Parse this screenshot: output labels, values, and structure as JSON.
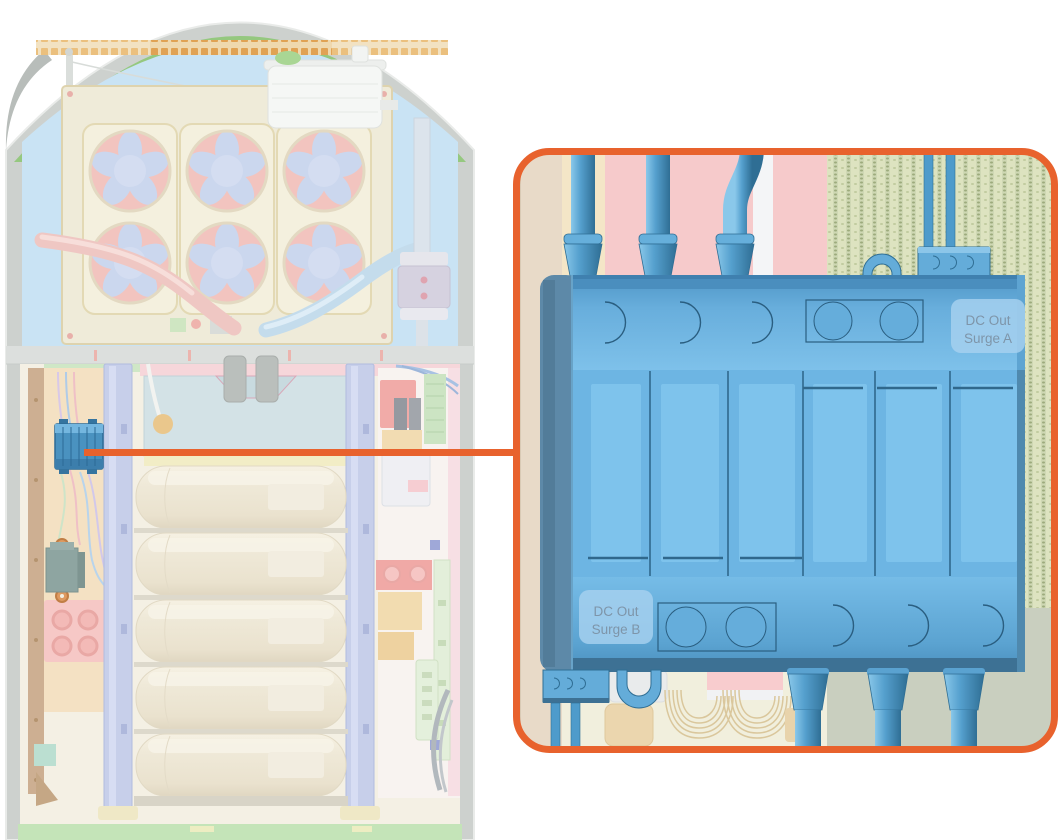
{
  "callout": {
    "surge_a_label": {
      "line1": "DC Out",
      "line2": "Surge A"
    },
    "surge_b_label": {
      "line1": "DC Out",
      "line2": "Surge B"
    }
  },
  "colors": {
    "callout_accent": "#E8622D",
    "leader_line": "#E8622D",
    "device_blue": "#6DB5E3",
    "device_dark_blue": "#2F6E94",
    "label_text": "#7E95A9",
    "badge_fill": "#A5D0EE"
  }
}
